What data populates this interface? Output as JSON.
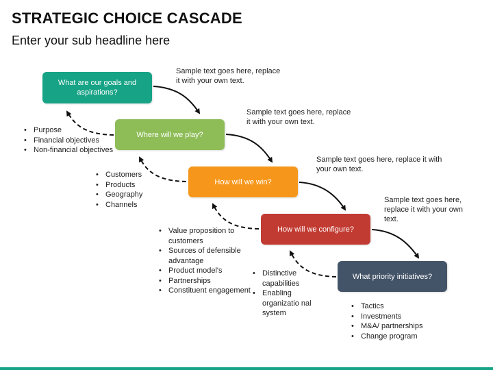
{
  "header": {
    "title": "STRATEGIC CHOICE CASCADE",
    "subtitle": "Enter your sub headline here"
  },
  "colors": {
    "step1": "#17a386",
    "step2": "#8ebd58",
    "step3": "#f6971c",
    "step4": "#c23b32",
    "step5": "#445468",
    "footer": "#17a386"
  },
  "steps": [
    {
      "label": "What are our goals and aspirations?",
      "note": "Sample text goes here, replace it with your own text."
    },
    {
      "label": "Where will we play?",
      "note": "Sample text goes here, replace it with your own text."
    },
    {
      "label": "How will we win?",
      "note": "Sample text goes here, replace it with your own text."
    },
    {
      "label": "How will we configure?",
      "note": "Sample text goes here, replace it with your own text."
    },
    {
      "label": "What priority initiatives?"
    }
  ],
  "lists": [
    {
      "items": [
        "Purpose",
        "Financial objectives",
        "Non-financial objectives"
      ]
    },
    {
      "items": [
        "Customers",
        "Products",
        "Geography",
        "Channels"
      ]
    },
    {
      "items": [
        "Value proposition to customers",
        "Sources of defensible advantage",
        "Product model's",
        "Partnerships",
        "Constituent engagement"
      ]
    },
    {
      "items": [
        "Distinctive capabilities",
        "Enabling organizatio nal system"
      ]
    },
    {
      "items": [
        "Tactics",
        "Investments",
        "M&A/ partnerships",
        "Change program"
      ]
    }
  ]
}
